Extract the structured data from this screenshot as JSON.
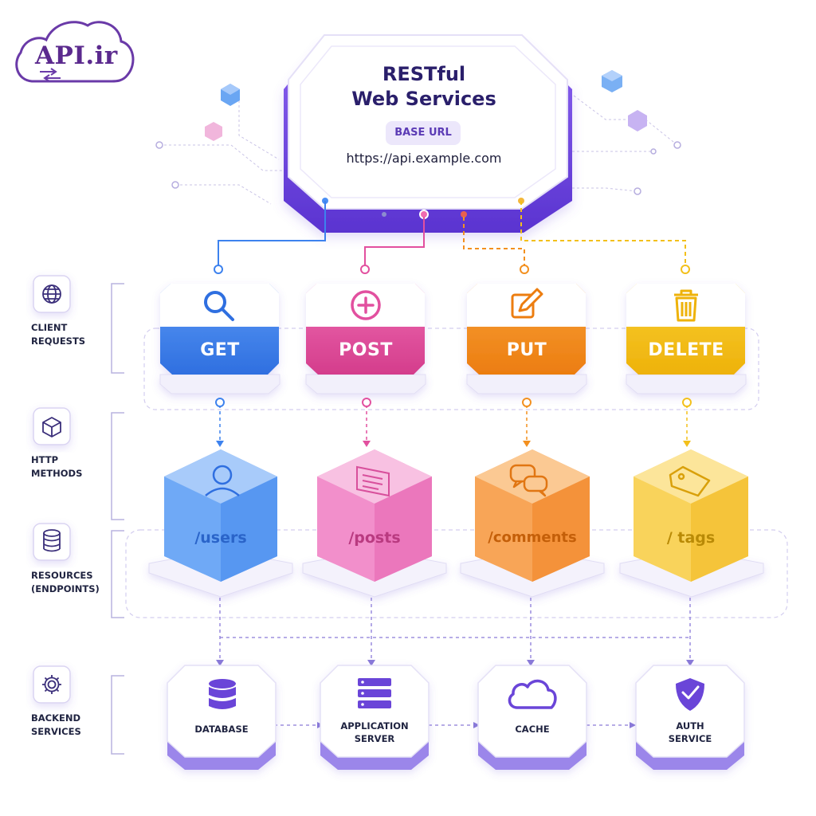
{
  "logo": {
    "text": "API.ir"
  },
  "hub": {
    "title_line1": "RESTful",
    "title_line2": "Web Services",
    "badge": "BASE URL",
    "url": "https://api.example.com"
  },
  "side_labels": [
    {
      "line1": "CLIENT",
      "line2": "REQUESTS",
      "icon": "globe-icon"
    },
    {
      "line1": "HTTP",
      "line2": "METHODS",
      "icon": "cube-icon"
    },
    {
      "line1": "RESOURCES",
      "line2": "(ENDPOINTS)",
      "icon": "stack-icon"
    },
    {
      "line1": "BACKEND",
      "line2": "SERVICES",
      "icon": "gear-icon"
    }
  ],
  "methods": [
    {
      "label": "GET",
      "icon": "search-icon",
      "color": "#3d82ee"
    },
    {
      "label": "POST",
      "icon": "plus-circle-icon",
      "color": "#e2509f"
    },
    {
      "label": "PUT",
      "icon": "edit-icon",
      "color": "#f3901f"
    },
    {
      "label": "DELETE",
      "icon": "trash-icon",
      "color": "#f3c01b"
    }
  ],
  "resources": [
    {
      "label": "/users",
      "icon": "user-icon",
      "color": "#5f9ff5"
    },
    {
      "label": "/posts",
      "icon": "document-icon",
      "color": "#ee86c4"
    },
    {
      "label": "/comments",
      "icon": "chat-icon",
      "color": "#f7a149"
    },
    {
      "label": "/ tags",
      "icon": "tag-icon",
      "color": "#f8cd47"
    }
  ],
  "services": [
    {
      "line1": "DATABASE",
      "line2": "",
      "icon": "database-icon"
    },
    {
      "line1": "APPLICATION",
      "line2": "SERVER",
      "icon": "server-icon"
    },
    {
      "line1": "CACHE",
      "line2": "",
      "icon": "cloud-icon"
    },
    {
      "line1": "AUTH",
      "line2": "SERVICE",
      "icon": "shield-icon"
    }
  ],
  "colors": {
    "accent": "#6a45d8",
    "text": "#1f2340"
  }
}
